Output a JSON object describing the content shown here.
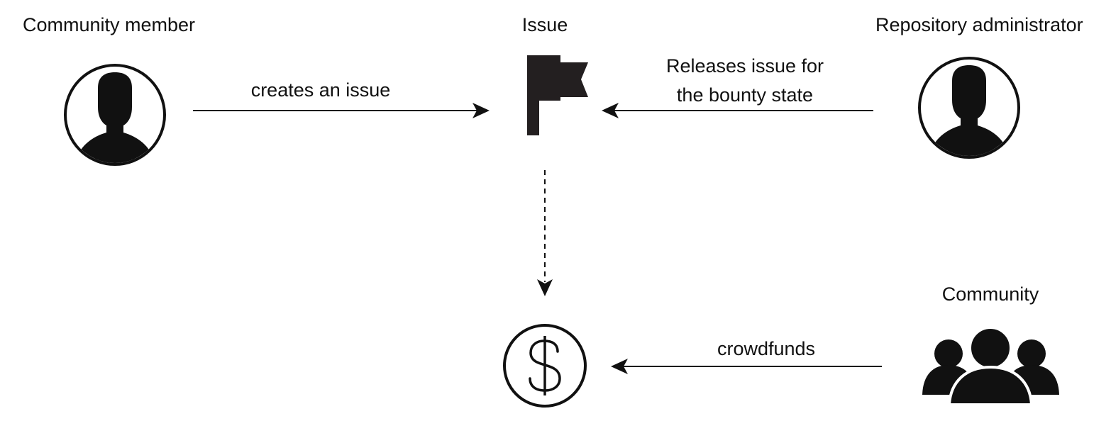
{
  "actors": {
    "community_member": "Community member",
    "issue": "Issue",
    "repository_administrator": "Repository administrator",
    "community": "Community"
  },
  "edges": {
    "creates": "creates an issue",
    "releases_line1": "Releases issue for",
    "releases_line2": "the bounty state",
    "crowdfunds": "crowdfunds"
  },
  "icons": {
    "community_member": "person-icon",
    "issue": "flag-icon",
    "repository_administrator": "person-icon",
    "bounty": "dollar-coin-icon",
    "community": "group-icon"
  },
  "colors": {
    "ink": "#111111",
    "icon_fill": "#231f20"
  }
}
